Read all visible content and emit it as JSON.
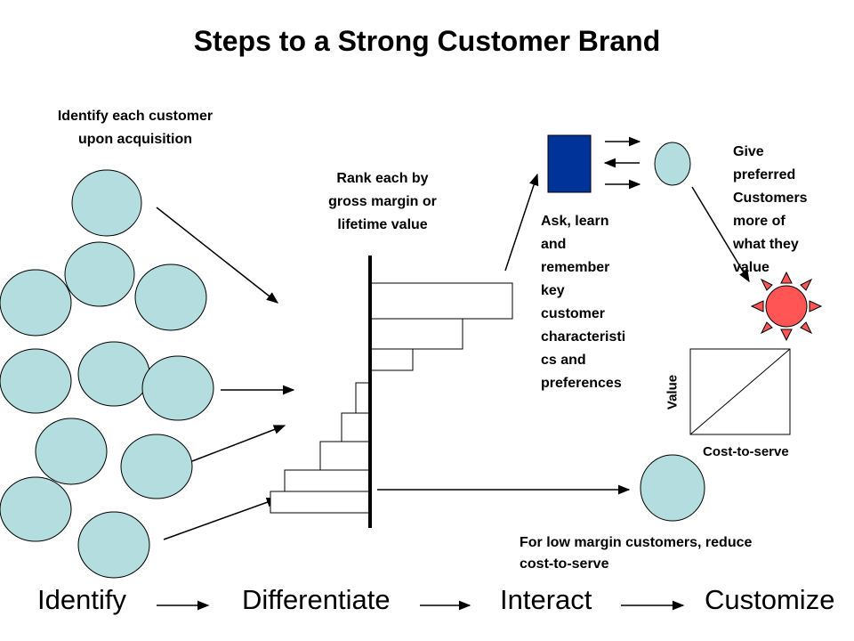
{
  "title": "Steps to a Strong Customer Brand",
  "labels": {
    "identify_line1": "Identify each customer",
    "identify_line2": "upon acquisition",
    "rank_line1": "Rank each by",
    "rank_line2": "gross margin or",
    "rank_line3": "lifetime value",
    "ask_lines": [
      "Ask, learn",
      "and",
      "remember",
      "key",
      "customer",
      "characteristi",
      "cs and",
      "preferences"
    ],
    "give_lines": [
      "Give",
      "preferred",
      "Customers",
      "more of",
      "what they",
      "value"
    ],
    "value_axis": "Value",
    "cost_axis": "Cost-to-serve",
    "low_margin_line1": "For low margin customers, reduce",
    "low_margin_line2": "cost-to-serve"
  },
  "steps": [
    "Identify",
    "Differentiate",
    "Interact",
    "Customize"
  ],
  "colors": {
    "circle_fill": "#b4dde0",
    "rect_fill": "#00339a",
    "sun_fill": "#ff5555"
  }
}
